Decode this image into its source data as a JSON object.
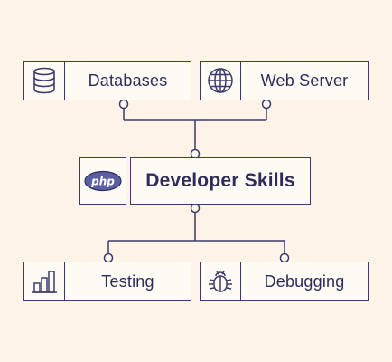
{
  "colors": {
    "background": "#fdf3e6",
    "box_fill": "#fefaf4",
    "stroke": "#3d3a6b",
    "text": "#2f2c5c",
    "php_badge": "#5b5fa3"
  },
  "center": {
    "label": "Developer Skills",
    "icon": "php-logo-icon",
    "icon_text": "php"
  },
  "top_nodes": [
    {
      "label": "Databases",
      "icon": "database-icon"
    },
    {
      "label": "Web Server",
      "icon": "globe-icon"
    }
  ],
  "bottom_nodes": [
    {
      "label": "Testing",
      "icon": "bar-chart-icon"
    },
    {
      "label": "Debugging",
      "icon": "bug-icon"
    }
  ]
}
